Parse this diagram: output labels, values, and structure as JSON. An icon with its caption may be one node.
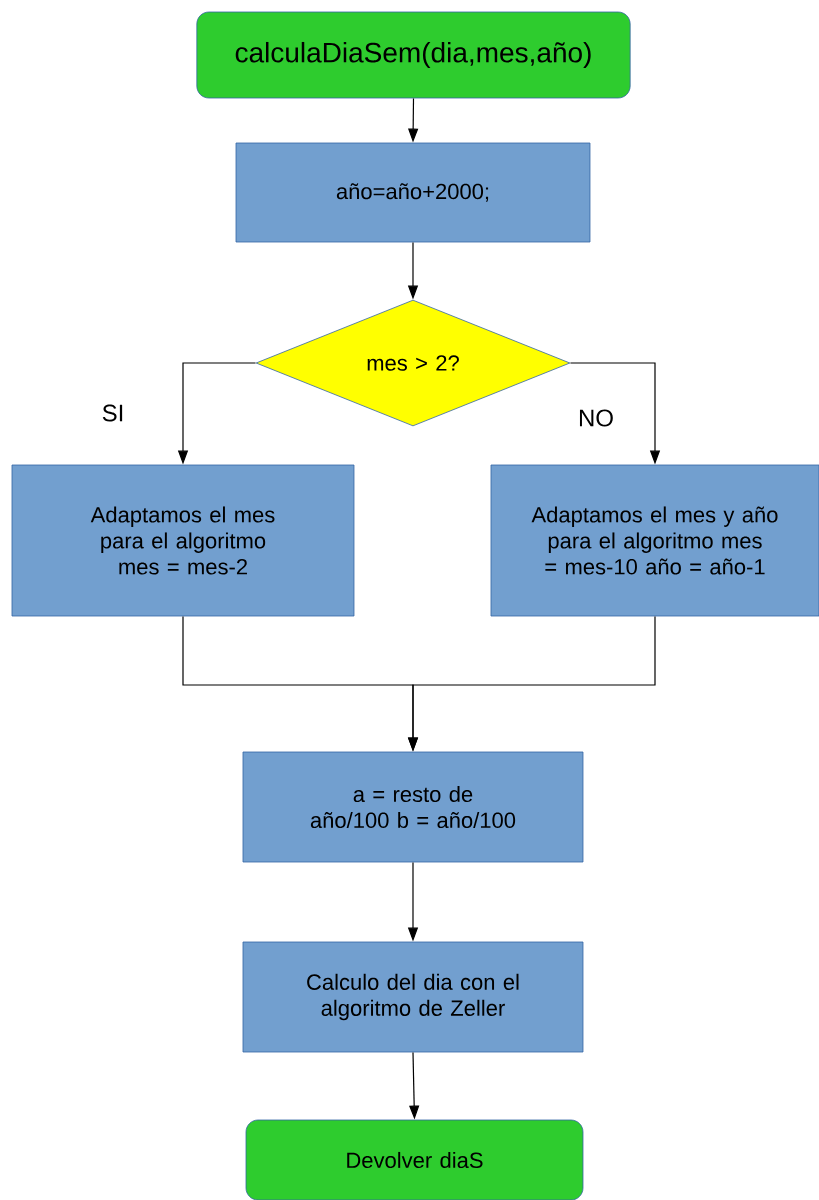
{
  "diagram": {
    "nodes": [
      {
        "text": [
          "calculaDiaSem(dia,mes,año)"
        ]
      },
      {
        "text": [
          "año=año+2000;"
        ]
      },
      {
        "text": [
          "mes > 2?"
        ]
      },
      {
        "text": [
          "Adaptamos el mes para el algoritmo mes = mes-2"
        ]
      },
      {
        "text": [
          "Adaptamos el mes y año para el algoritmo mes = mes-10 año = año-1"
        ]
      },
      {
        "text": [
          "a = resto de año/100 b = año/100"
        ]
      },
      {
        "text": [
          "Calculo del dia con el algoritmo de Zeller"
        ]
      },
      {
        "text": [
          "Devolver diaS"
        ]
      }
    ],
    "edges": [
      {
        "from": 0,
        "to": 1,
        "arrow": "to"
      },
      {
        "from": 1,
        "to": 2,
        "arrow": "to"
      },
      {
        "from": 2,
        "to": 3,
        "arrow": "to",
        "label": "SI"
      },
      {
        "from": 2,
        "to": 4,
        "arrow": "to",
        "label": "NO"
      },
      {
        "from": 3,
        "to": 5,
        "arrow": "to"
      },
      {
        "from": 4,
        "to": 5,
        "arrow": "to"
      },
      {
        "from": 5,
        "to": 6,
        "arrow": "to"
      },
      {
        "from": 6,
        "to": 7,
        "arrow": "to"
      }
    ]
  }
}
